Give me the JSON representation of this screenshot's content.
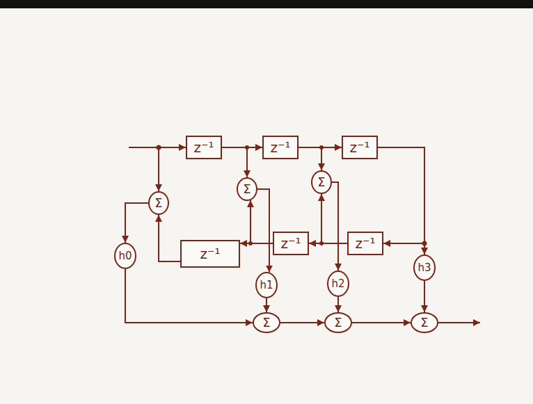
{
  "diagram": {
    "nodes": [
      {
        "text": [
          "z⁻¹"
        ]
      },
      {
        "text": [
          "z⁻¹"
        ]
      },
      {
        "text": [
          "z⁻¹"
        ]
      },
      {
        "text": [
          "Σ"
        ]
      },
      {
        "text": [
          "Σ"
        ]
      },
      {
        "text": [
          "Σ"
        ]
      },
      {
        "text": [
          "z⁻¹"
        ]
      },
      {
        "text": [
          "z⁻¹"
        ]
      },
      {
        "text": [
          "z⁻¹"
        ]
      },
      {
        "text": [
          "h0"
        ]
      },
      {
        "text": [
          "h1"
        ]
      },
      {
        "text": [
          "h2"
        ]
      },
      {
        "text": [
          "h3"
        ]
      },
      {
        "text": [
          "Σ"
        ]
      },
      {
        "text": [
          "Σ"
        ]
      },
      {
        "text": [
          "Σ"
        ]
      }
    ],
    "edges": [
      {
        "from": 0,
        "to": 1,
        "arrow": "to"
      },
      {
        "from": 1,
        "to": 2,
        "arrow": "to"
      },
      {
        "from": 0,
        "to": 4,
        "arrow": "to"
      },
      {
        "from": 1,
        "to": 5,
        "arrow": "to"
      },
      {
        "from": 2,
        "to": 8,
        "arrow": "to"
      },
      {
        "from": 2,
        "to": 12,
        "arrow": "to"
      },
      {
        "from": 8,
        "to": 7,
        "arrow": "to"
      },
      {
        "from": 8,
        "to": 5,
        "arrow": "to"
      },
      {
        "from": 7,
        "to": 6,
        "arrow": "to"
      },
      {
        "from": 7,
        "to": 4,
        "arrow": "to"
      },
      {
        "from": 6,
        "to": 3,
        "arrow": "to"
      },
      {
        "from": 3,
        "to": 9,
        "arrow": "to"
      },
      {
        "from": 4,
        "to": 10,
        "arrow": "to"
      },
      {
        "from": 5,
        "to": 11,
        "arrow": "to"
      },
      {
        "from": 9,
        "to": 13,
        "arrow": "to"
      },
      {
        "from": 10,
        "to": 13,
        "arrow": "to"
      },
      {
        "from": 13,
        "to": 14,
        "arrow": "to"
      },
      {
        "from": 11,
        "to": 14,
        "arrow": "to"
      },
      {
        "from": 14,
        "to": 15,
        "arrow": "to"
      },
      {
        "from": 12,
        "to": 15,
        "arrow": "to"
      }
    ]
  }
}
